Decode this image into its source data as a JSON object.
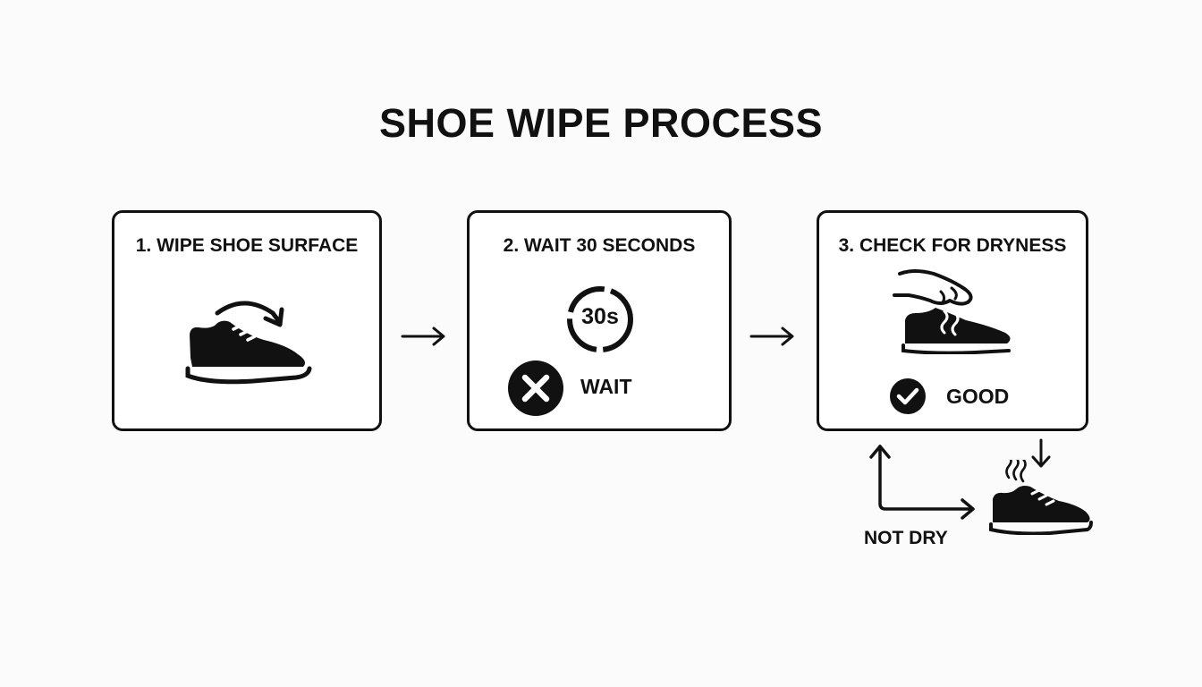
{
  "title": "SHOE WIPE PROCESS",
  "steps": [
    {
      "label": "1. WIPE SHOE SURFACE",
      "icon": "shoe-wipe-icon"
    },
    {
      "label": "2. WAIT 30 SECONDS",
      "icon": "timer-icon",
      "timer_text": "30s",
      "status_label": "WAIT",
      "status_icon": "x-circle-icon"
    },
    {
      "label": "3. CHECK FOR DRYNESS",
      "icon": "hand-touch-shoe-icon",
      "status_label": "GOOD",
      "status_icon": "check-circle-icon"
    }
  ],
  "branch": {
    "label": "NOT DRY",
    "icon": "damp-shoe-icon"
  },
  "colors": {
    "ink": "#111111",
    "background": "#fbfbfb"
  }
}
